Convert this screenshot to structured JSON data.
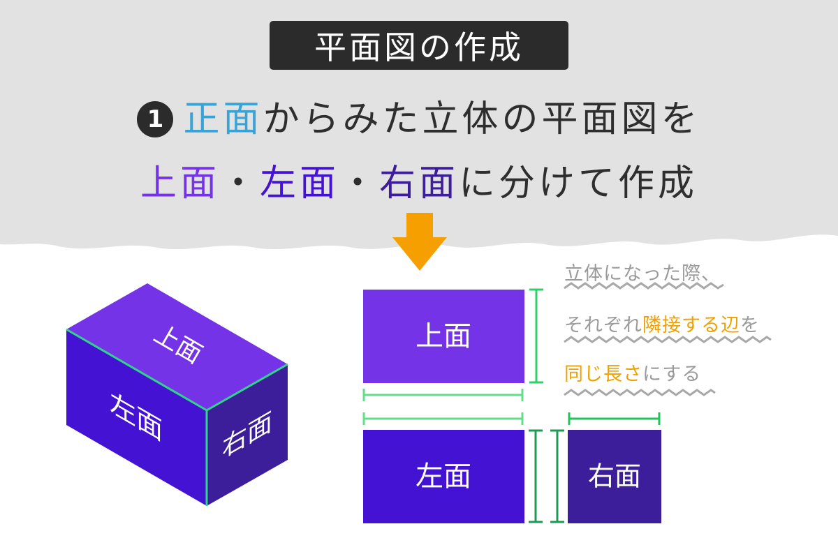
{
  "header": {
    "title": "平面図の作成",
    "step_number": "1",
    "line1": {
      "accent": "正面",
      "rest": "からみた立体の平面図を"
    },
    "line2": {
      "top": "上面",
      "sep1": "・",
      "left": "左面",
      "sep2": "・",
      "right": "右面",
      "rest": "に分けて作成"
    }
  },
  "cube": {
    "top_label": "上面",
    "left_label": "左面",
    "right_label": "右面"
  },
  "plan": {
    "top_label": "上面",
    "left_label": "左面",
    "right_label": "右面"
  },
  "note": {
    "line1": "立体になった際、",
    "line2_prefix": "それぞれ",
    "line2_highlight": "隣接する辺",
    "line2_suffix": "を",
    "line3_highlight": "同じ長さ",
    "line3_suffix": "にする"
  },
  "colors": {
    "banner_bg": "#e2e2e2",
    "title_bg": "#2b2b2b",
    "accent_blue": "#3aa3d6",
    "top_face": "#7433e6",
    "left_face": "#4412d2",
    "right_face": "#3d1e9a",
    "arrow": "#f5a000",
    "measure_green": "#2fcf6a",
    "measure_dark_green": "#1f9a55",
    "highlight": "#f0a000"
  }
}
